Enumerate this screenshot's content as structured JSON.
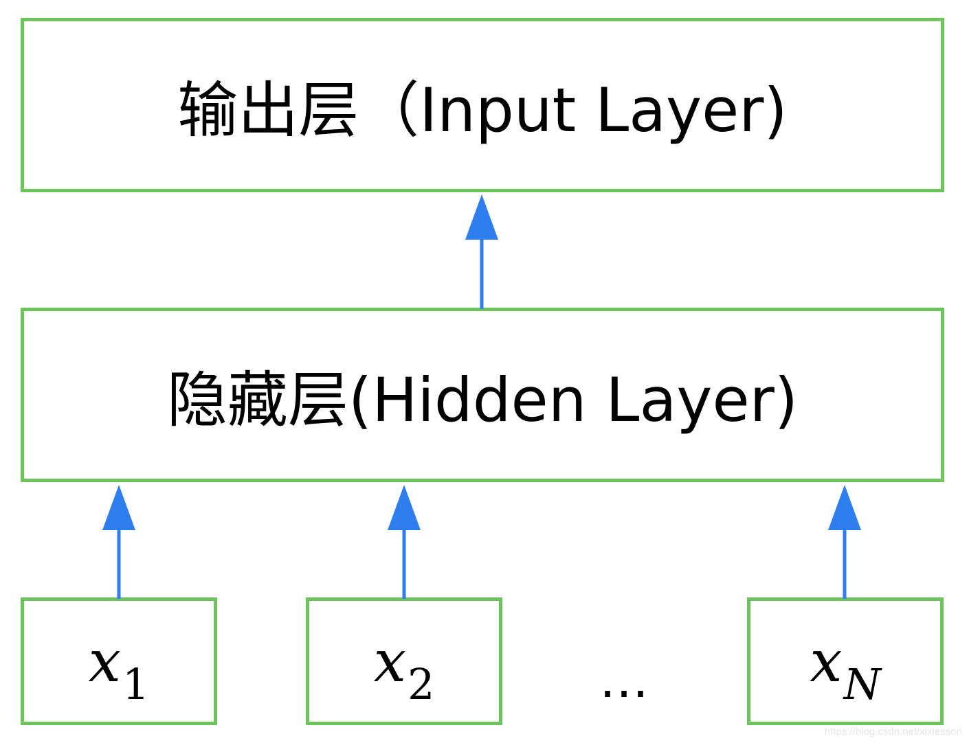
{
  "output_layer": {
    "label": "输出层（Input Layer)"
  },
  "hidden_layer": {
    "label": "隐藏层(Hidden Layer)"
  },
  "inputs": [
    {
      "symbol": "x",
      "subscript": "1"
    },
    {
      "symbol": "x",
      "subscript": "2"
    },
    {
      "symbol": "x",
      "subscript": "N"
    }
  ],
  "ellipsis": "…",
  "watermark": "https://blog.csdn.net/xixiesson",
  "colors": {
    "box_border": "#6cc55a",
    "arrow": "#2f7ef0",
    "text": "#000000"
  }
}
